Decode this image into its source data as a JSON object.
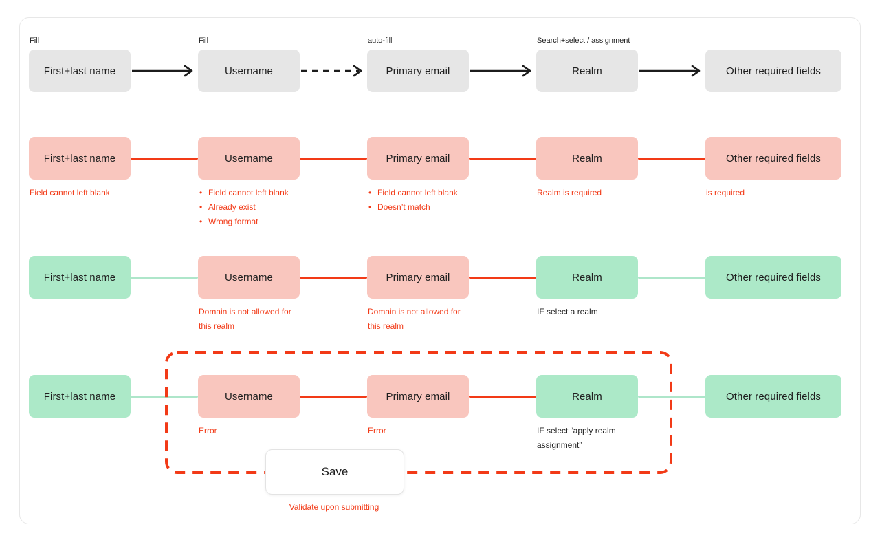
{
  "colors": {
    "red": "#f23a17",
    "greenline": "#aee6ca",
    "neutral": "#e6e6e6",
    "error": "#f9c6be",
    "ok": "#ace9c8",
    "cardborder": "#e7e7e7"
  },
  "rows": [
    {
      "name": "fill-flow",
      "boxes": [
        {
          "label": "First+last name",
          "state": "neutral",
          "top_label": "Fill"
        },
        {
          "label": "Username",
          "state": "neutral",
          "top_label": "Fill"
        },
        {
          "label": "Primary email",
          "state": "neutral",
          "top_label": "auto-fill"
        },
        {
          "label": "Realm",
          "state": "neutral",
          "top_label": "Search+select / assignment"
        },
        {
          "label": "Other required fields",
          "state": "neutral"
        }
      ],
      "connectors": [
        "arrow-solid",
        "arrow-dashed",
        "arrow-solid",
        "arrow-solid"
      ]
    },
    {
      "name": "all-errors",
      "boxes": [
        {
          "label": "First+last name",
          "state": "error",
          "note": "Field cannot left blank"
        },
        {
          "label": "Username",
          "state": "error",
          "notes": [
            "Field cannot left blank",
            "Already exist",
            "Wrong format"
          ]
        },
        {
          "label": "Primary email",
          "state": "error",
          "notes": [
            "Field cannot left blank",
            "Doesn’t match"
          ]
        },
        {
          "label": "Realm",
          "state": "error",
          "note": "Realm is required"
        },
        {
          "label": "Other required fields",
          "state": "error",
          "note": "is required"
        }
      ],
      "connectors": [
        "line-red",
        "line-red",
        "line-red",
        "line-red"
      ]
    },
    {
      "name": "domain-errors",
      "boxes": [
        {
          "label": "First+last name",
          "state": "ok"
        },
        {
          "label": "Username",
          "state": "error",
          "note": "Domain is not allowed for this realm"
        },
        {
          "label": "Primary email",
          "state": "error",
          "note": "Domain is not allowed for this realm"
        },
        {
          "label": "Realm",
          "state": "ok",
          "note": "IF select a realm",
          "note_style": "black"
        },
        {
          "label": "Other required fields",
          "state": "ok"
        }
      ],
      "connectors": [
        "line-green",
        "line-red",
        "line-red",
        "line-green"
      ]
    },
    {
      "name": "realm-assignment",
      "boxes": [
        {
          "label": "First+last name",
          "state": "ok"
        },
        {
          "label": "Username",
          "state": "error",
          "note": "Error"
        },
        {
          "label": "Primary email",
          "state": "error",
          "note": "Error"
        },
        {
          "label": "Realm",
          "state": "ok",
          "note": "IF select “apply realm assignment”",
          "note_style": "black"
        },
        {
          "label": "Other required fields",
          "state": "ok"
        }
      ],
      "connectors": [
        "line-green",
        "line-red",
        "line-red",
        "line-green"
      ]
    }
  ],
  "validation_group": {
    "save_label": "Save",
    "footnote": "Validate upon submitting"
  }
}
